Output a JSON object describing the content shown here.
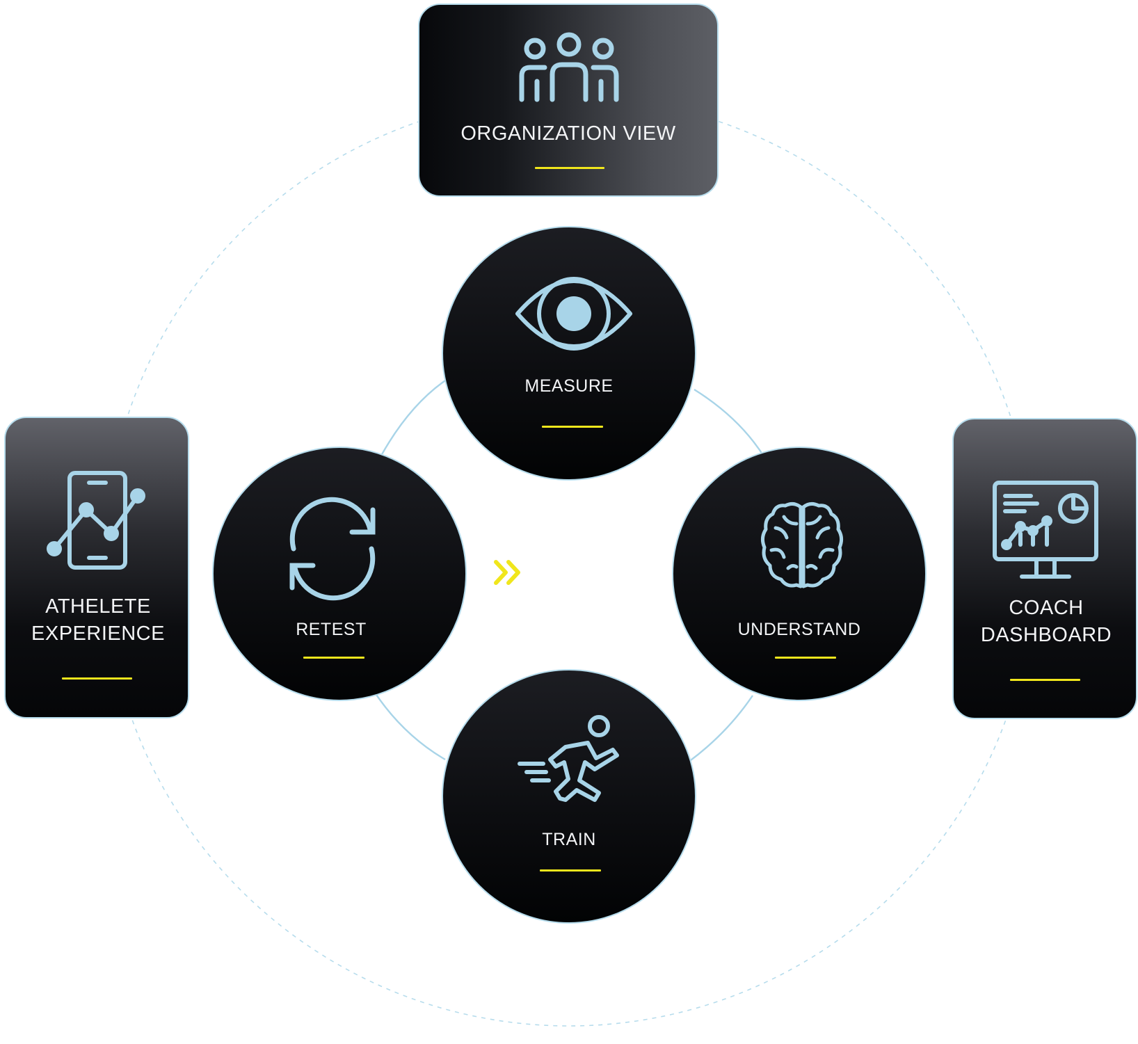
{
  "cards": {
    "organization": {
      "label": "ORGANIZATION VIEW",
      "icon": "people-group-icon"
    },
    "athlete": {
      "label": "ATHELETE EXPERIENCE",
      "icon": "phone-chart-icon"
    },
    "coach": {
      "label": "COACH DASHBOARD",
      "icon": "monitor-chart-icon"
    }
  },
  "cycle": {
    "measure": {
      "label": "MEASURE",
      "icon": "eye-icon"
    },
    "understand": {
      "label": "UNDERSTAND",
      "icon": "brain-icon"
    },
    "train": {
      "label": "TRAIN",
      "icon": "running-person-icon"
    },
    "retest": {
      "label": "RETEST",
      "icon": "refresh-icon"
    }
  },
  "colors": {
    "accent_yellow": "#f0e61c",
    "icon_blue": "#a8d4e8",
    "outline_blue": "#b6dcec",
    "dark": "#0b0c0f"
  }
}
